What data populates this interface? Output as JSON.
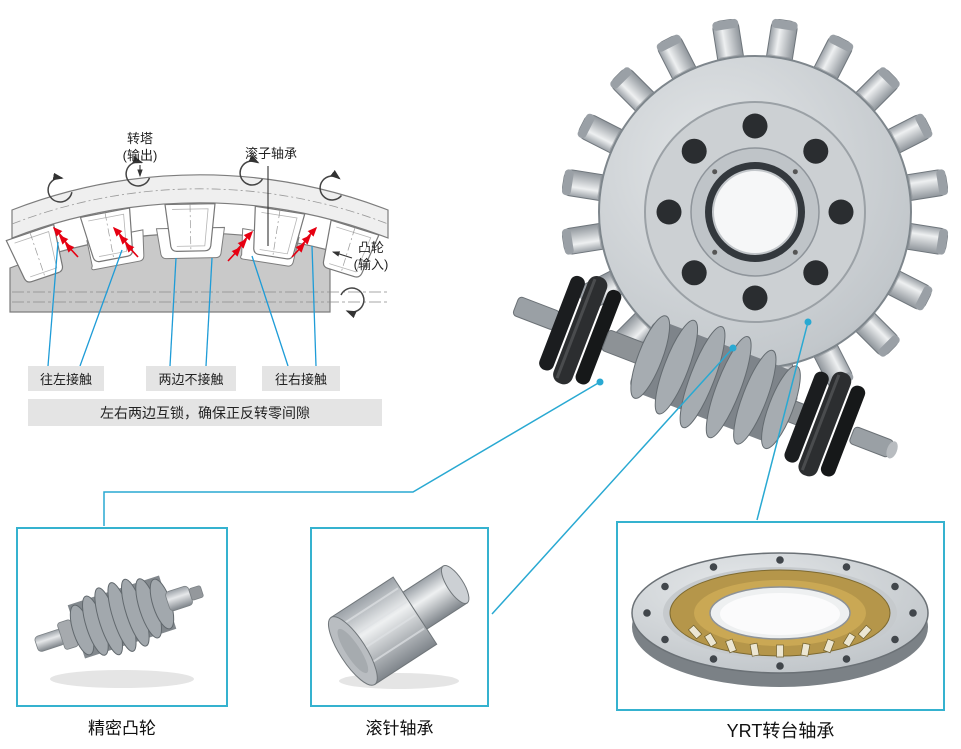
{
  "schematic": {
    "turret_label_line1": "转塔",
    "turret_label_line2": "(输出)",
    "roller_bearing_label": "滚子轴承",
    "cam_label_line1": "凸轮",
    "cam_label_line2": "(输入)",
    "contact_left": "往左接触",
    "contact_none": "两边不接触",
    "contact_right": "往右接触",
    "caption": "左右两边互锁，确保正反转零间隙"
  },
  "products": [
    {
      "label": "精密凸轮"
    },
    {
      "label": "滚针轴承"
    },
    {
      "label": "YRT转台轴承"
    }
  ],
  "colors": {
    "accent_box_border": "#35b2cf",
    "connector_line": "#29a9d2",
    "leader_blue": "#1e9cd7",
    "arrow_red": "#e60012",
    "label_background": "#e4e4e4"
  }
}
